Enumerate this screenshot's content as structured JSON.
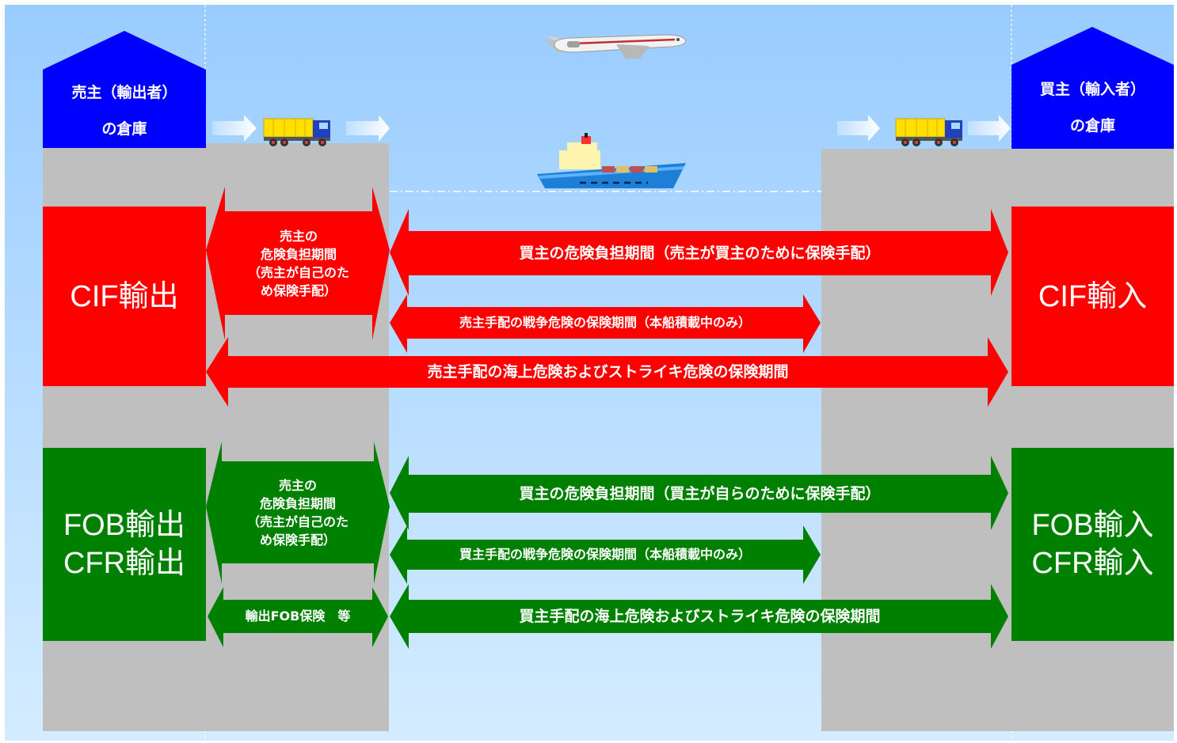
{
  "seller_warehouse": "売主（輸出者）\nの倉庫",
  "buyer_warehouse": "買主（輸入者）\nの倉庫",
  "cif": {
    "export_label": "CIF輸出",
    "import_label": "CIF輸入",
    "seller_risk": "売主の\n危険負担期間\n（売主が自己のた\nめ保険手配）",
    "buyer_risk": "買主の危険負担期間（売主が買主のために保険手配）",
    "war_risk": "売主手配の戦争危険の保険期間（本船積載中のみ）",
    "marine_risk": "売主手配の海上危険およびストライキ危険の保険期間"
  },
  "fob": {
    "export_label": "FOB輸出\nCFR輸出",
    "import_label": "FOB輸入\nCFR輸入",
    "seller_risk": "売主の\n危険負担期間\n（売主が自己のた\nめ保険手配）",
    "buyer_risk": "買主の危険負担期間（買主が自らのために保険手配）",
    "war_risk": "買主手配の戦争危険の保険期間（本船積載中のみ）",
    "export_fob": "輸出FOB保険　等",
    "marine_risk": "買主手配の海上危険およびストライキ危険の保険期間"
  },
  "colors": {
    "sky_top": "#99ccff",
    "sky_bottom": "#d4ecff",
    "warehouse_blue": "#0000ff",
    "pillar_gray": "#bfbfbf",
    "cif_red": "#ff0000",
    "fob_green": "#008000"
  }
}
